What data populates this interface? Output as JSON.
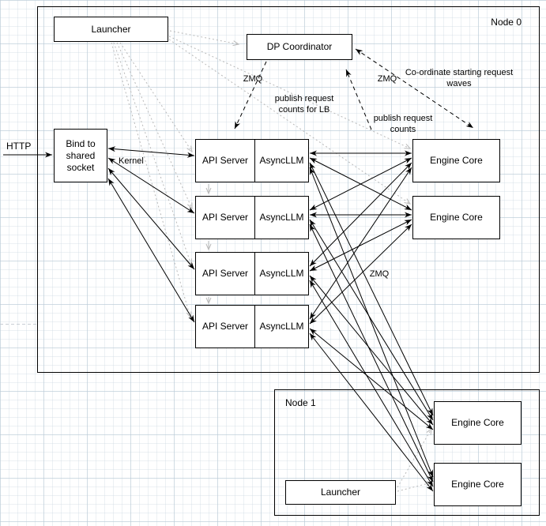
{
  "diagram": {
    "nodes": {
      "node0_label": "Node 0",
      "node1_label": "Node 1"
    },
    "boxes": {
      "launcher_top": "Launcher",
      "launcher_node1": "Launcher",
      "dp_coordinator": "DP Coordinator",
      "bind_shared_socket": "Bind to shared socket",
      "api_server": "API Server",
      "async_llm": "AsyncLLM",
      "engine_core": "Engine Core"
    },
    "annotations": {
      "http": "HTTP",
      "kernel": "Kernel",
      "zmq_coordinator_left": "ZMQ",
      "zmq_coordinator_right": "ZMQ",
      "zmq_engine_links": "ZMQ",
      "coordinate_waves": "Co-ordinate starting request waves",
      "publish_counts_lb": "publish request counts for LB",
      "publish_counts": "publish request counts"
    },
    "colors": {
      "box_border": "#000000",
      "box_fill": "#ffffff",
      "solid_link": "#000000",
      "dotted_link": "#b9b9b9",
      "grid_line": "#d3dee6"
    }
  }
}
